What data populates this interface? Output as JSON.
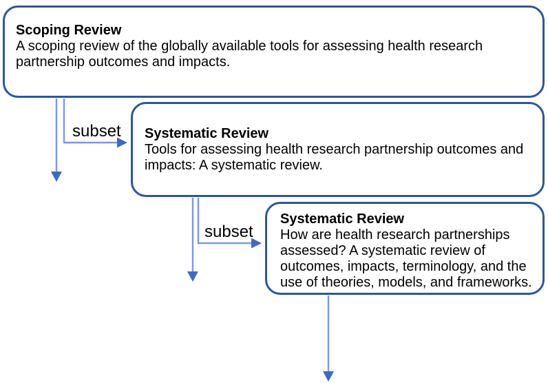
{
  "diagram": {
    "colors": {
      "background": "#ffffff",
      "box_border": "#2F5597",
      "arrow_line": "#7B99D8",
      "arrow_head": "#3E6BC0",
      "text": "#000000"
    },
    "boxes": [
      {
        "id": "scoping-review",
        "title": "Scoping Review",
        "body": "A scoping review of the globally available tools for assessing health research\npartnership outcomes and impacts."
      },
      {
        "id": "systematic-review-1",
        "title": "Systematic Review",
        "body": "Tools for assessing health research partnership outcomes and\nimpacts: A systematic review."
      },
      {
        "id": "systematic-review-2",
        "title": "Systematic Review",
        "body": "How are health research partnerships\nassessed? A systematic review of\noutcomes, impacts, terminology, and the\nuse of theories, models, and frameworks."
      }
    ],
    "edge_labels": [
      {
        "text": "subset"
      },
      {
        "text": "subset"
      }
    ]
  }
}
